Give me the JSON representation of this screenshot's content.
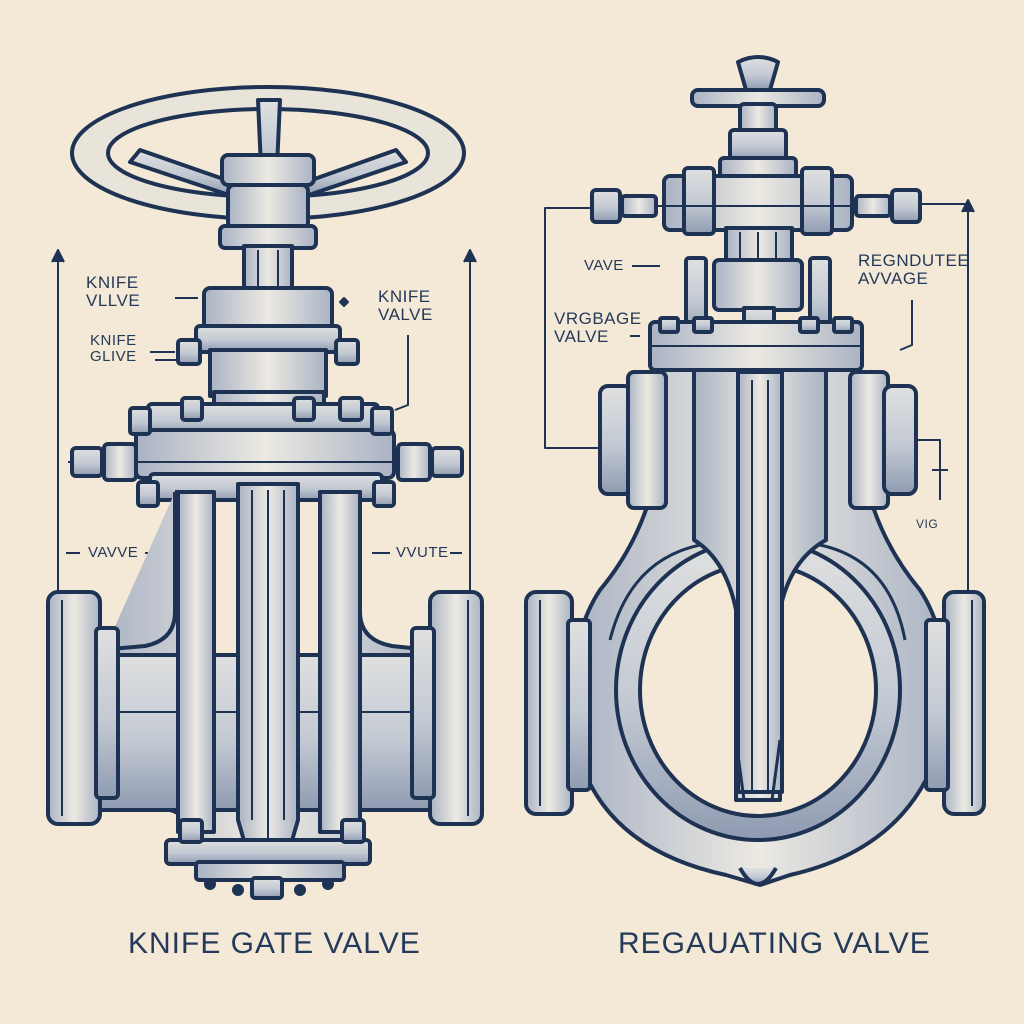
{
  "palette": {
    "background": "#f4e8d6",
    "ink": "#1e3354",
    "metal_light": "#e7e3dc",
    "metal_mid": "#bfc6d2",
    "metal_dark": "#8e9ab0"
  },
  "left_valve": {
    "caption": "KNIFE GATE VALVE",
    "labels": {
      "upper_left": "KNIFE\nVLLVE",
      "mid_left": "KNIFE\nGLIVE",
      "upper_right": "KNIFE\nVALVE",
      "lower_left": "VAVVE",
      "lower_right": "VVUTE"
    }
  },
  "right_valve": {
    "caption": "REGAUATING VALVE",
    "labels": {
      "upper_left": "VAVE",
      "mid_left": "VRGBAGE\nVALVE",
      "upper_right": "REGNDUTEE\nAVVAGE",
      "lower_right": "VIG"
    }
  }
}
